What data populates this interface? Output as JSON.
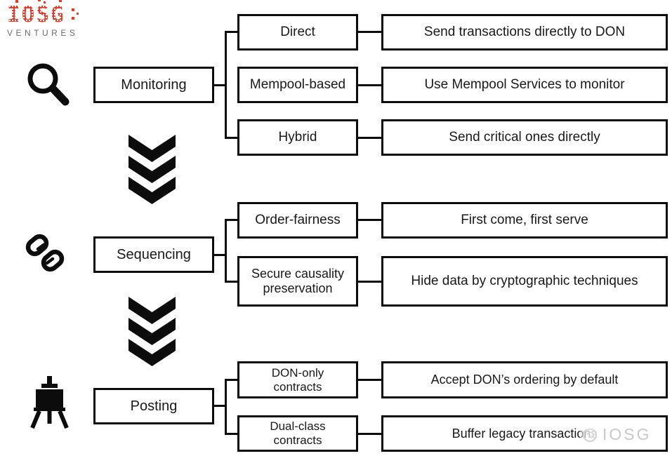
{
  "logo": {
    "title": "IOSG",
    "subtitle": "VENTURES",
    "brand_color": "#e23d2b",
    "subtitle_color": "#6d6d6d"
  },
  "watermark": {
    "label": "IOSG",
    "color": "#c9c9c9",
    "icon": "globe-swirl-icon"
  },
  "diagram": {
    "accent_color": "#0c0c0c",
    "arrow_icon": "triple-chevron-down-icon",
    "tiers": [
      {
        "icon": "magnifier-icon",
        "label": "Monitoring",
        "children": [
          {
            "label": "Direct",
            "desc": "Send transactions directly to DON"
          },
          {
            "label": "Mempool-based",
            "desc": "Use Mempool Services to monitor"
          },
          {
            "label": "Hybrid",
            "desc": "Send critical ones directly"
          }
        ]
      },
      {
        "icon": "chain-link-icon",
        "label": "Sequencing",
        "children": [
          {
            "label": "Order-fairness",
            "desc": "First come, first serve"
          },
          {
            "label": "Secure causality preservation",
            "desc": "Hide data by cryptographic techniques"
          }
        ]
      },
      {
        "icon": "easel-icon",
        "label": "Posting",
        "children": [
          {
            "label": "DON-only contracts",
            "desc": "Accept DON’s ordering by default"
          },
          {
            "label": "Dual-class contracts",
            "desc": "Buffer legacy transactions"
          }
        ]
      }
    ]
  }
}
